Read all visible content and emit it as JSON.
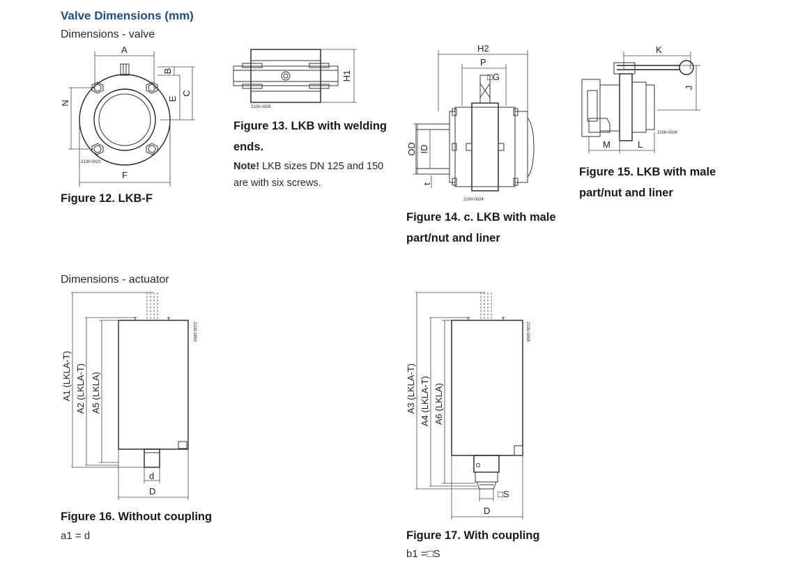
{
  "header": {
    "title": "Valve Dimensions (mm)",
    "valve_subhead": "Dimensions - valve",
    "actuator_subhead": "Dimensions - actuator"
  },
  "fig12": {
    "caption": "Figure 12. LKB-F",
    "code": "2100-0023",
    "labels": {
      "A": "A",
      "B": "B",
      "C": "C",
      "E": "E",
      "N": "N",
      "F": "F"
    }
  },
  "fig13": {
    "caption_line1": "Figure 13. LKB with welding",
    "caption_line2": "ends.",
    "note_bold": "Note!",
    "note_line1": " LKB sizes DN 125 and 150",
    "note_line2": "are with six screws.",
    "code": "2100-0025",
    "labels": {
      "H1": "H1"
    }
  },
  "fig14": {
    "caption_line1": "Figure 14. c. LKB with male",
    "caption_line2": "part/nut and liner",
    "code": "2100-0024",
    "labels": {
      "H2": "H2",
      "P": "P",
      "G": "□G",
      "OD": "OD",
      "ID": "ID",
      "t": "t"
    }
  },
  "fig15": {
    "caption_line1": "Figure 15. LKB with male",
    "caption_line2": "part/nut and liner",
    "code": "2100-0026",
    "labels": {
      "K": "K",
      "J": "J",
      "M": "M",
      "L": "L"
    }
  },
  "fig16": {
    "caption": "Figure 16. Without coupling",
    "formula": "a1 = d",
    "code": "2100-0000",
    "labels": {
      "A1": "A1 (LKLA-T)",
      "A2": "A2 (LKLA-T)",
      "A5": "A5 (LKLA)",
      "d": "d",
      "D": "D"
    }
  },
  "fig17": {
    "caption": "Figure 17. With coupling",
    "formula": "b1 =□S",
    "code": "2100-0008",
    "labels": {
      "A3": "A3 (LKLA-T)",
      "A4": "A4 (LKLA-T)",
      "A6": "A6 (LKLA)",
      "S": "□S",
      "D": "D"
    }
  }
}
